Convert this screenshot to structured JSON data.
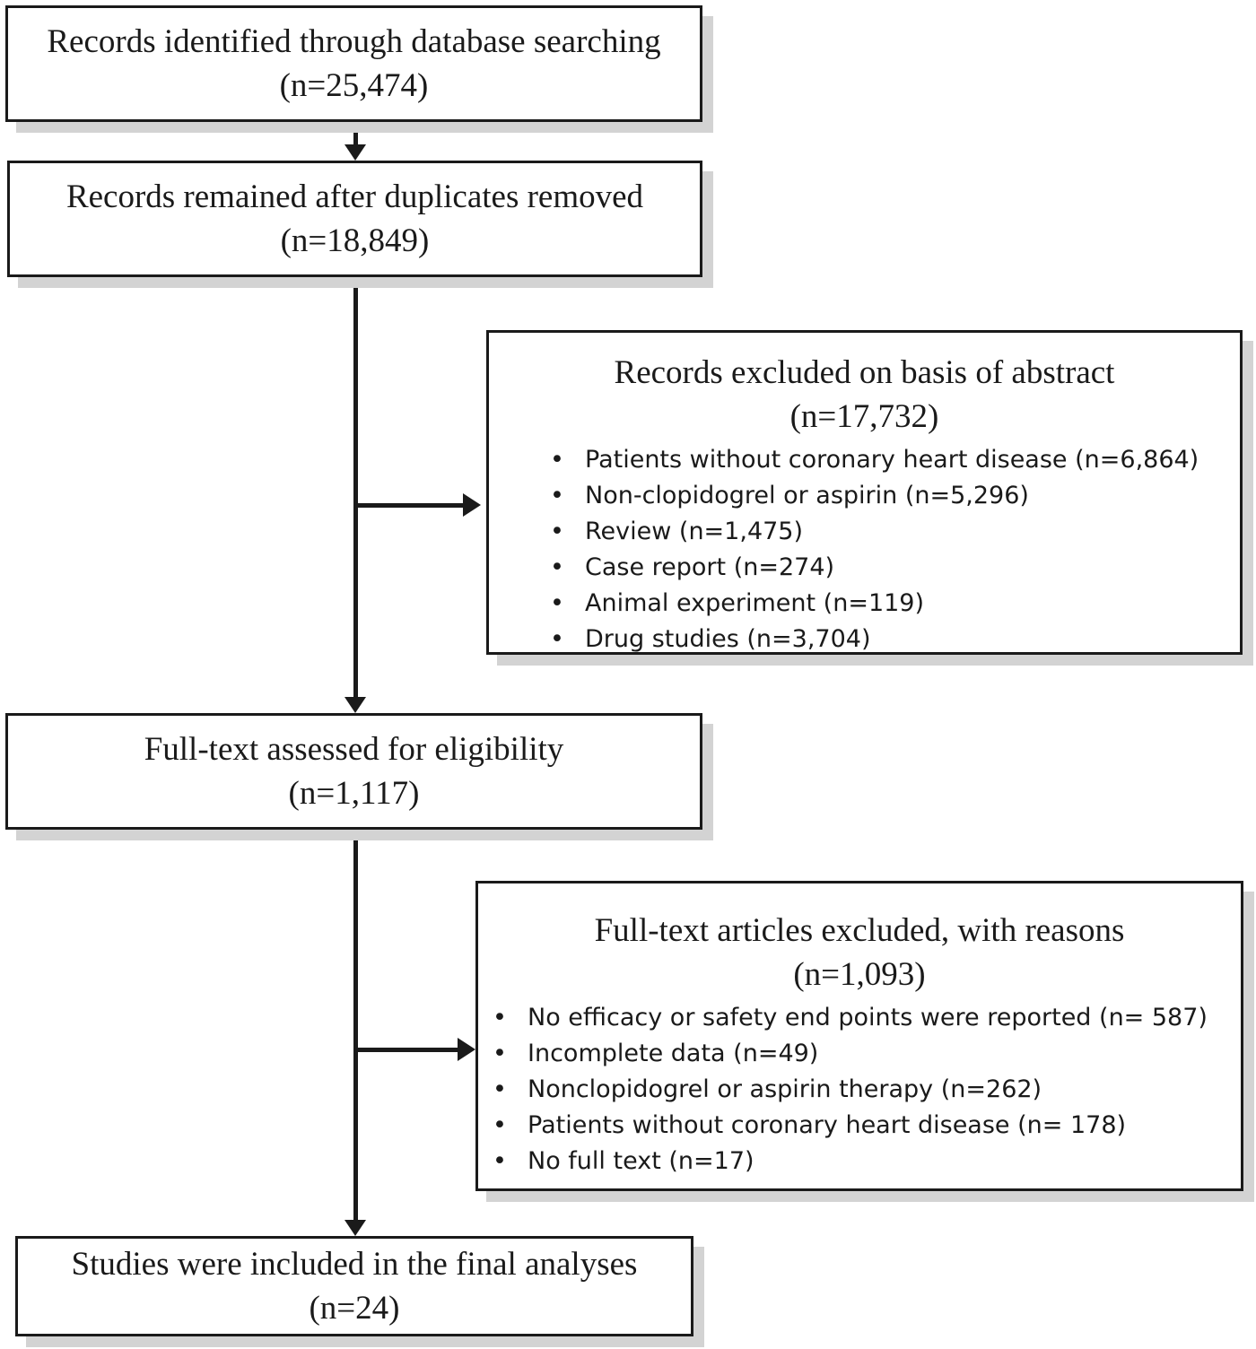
{
  "flow": {
    "identified": {
      "title": "Records identified through database searching",
      "count": "(n=25,474)"
    },
    "after_duplicates": {
      "title": "Records remained after duplicates removed",
      "count": "(n=18,849)"
    },
    "excluded_abstract": {
      "title": "Records excluded on basis of abstract",
      "count": "(n=17,732)",
      "reasons": [
        "Patients without coronary heart disease (n=6,864)",
        "Non-clopidogrel or aspirin (n=5,296)",
        "Review (n=1,475)",
        "Case report (n=274)",
        "Animal experiment (n=119)",
        "Drug studies (n=3,704)"
      ]
    },
    "fulltext_assessed": {
      "title": "Full-text assessed for eligibility",
      "count": "(n=1,117)"
    },
    "excluded_fulltext": {
      "title": "Full-text articles excluded, with reasons",
      "count": "(n=1,093)",
      "reasons": [
        "No efficacy or safety end points were reported (n= 587)",
        "Incomplete data (n=49)",
        "Nonclopidogrel or aspirin therapy (n=262)",
        "Patients without coronary heart disease (n= 178)",
        "No full text (n=17)"
      ]
    },
    "included": {
      "title": "Studies were included in the final analyses",
      "count": "(n=24)"
    }
  }
}
